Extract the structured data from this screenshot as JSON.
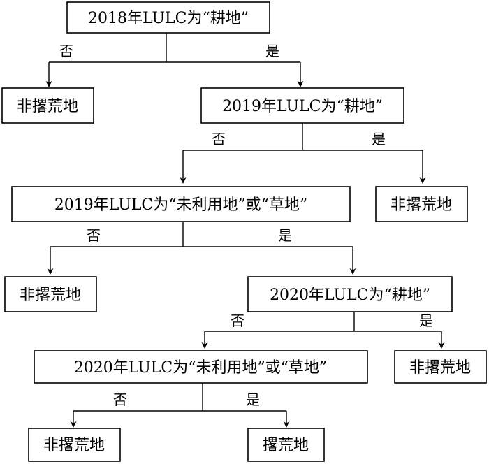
{
  "nodes": {
    "q2018_cropland": "2018年LULC为“耕地”",
    "no1": "非撂荒地",
    "q2019_cropland": "2019年LULC为“耕地”",
    "q2019_unused_or_grass": "2019年LULC为“未利用地”或“草地”",
    "no2": "非撂荒地",
    "no3": "非撂荒地",
    "q2020_cropland": "2020年LULC为“耕地”",
    "q2020_unused_or_grass": "2020年LULC为“未利用地”或“草地”",
    "no4": "非撂荒地",
    "no5": "非撂荒地",
    "abandoned": "撂荒地"
  },
  "edges": {
    "no": "否",
    "yes": "是"
  }
}
